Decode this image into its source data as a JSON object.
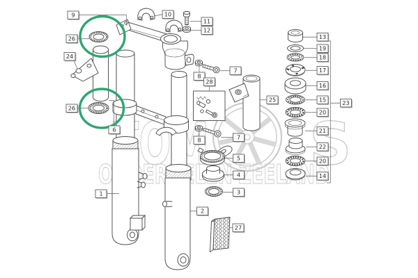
{
  "watermark": {
    "line1_prefix": "TOM",
    "line1_suffix": "S",
    "line2": "ONDERDELEN ZEELAND",
    "color": "#c9c9c9"
  },
  "highlight": {
    "color": "#2fa571",
    "circled_part_number": "26",
    "count": 2
  },
  "callouts": [
    {
      "text": "9"
    },
    {
      "text": "26"
    },
    {
      "text": "24"
    },
    {
      "text": "26"
    },
    {
      "text": "6"
    },
    {
      "text": "1"
    },
    {
      "text": "10"
    },
    {
      "text": "11"
    },
    {
      "text": "12"
    },
    {
      "text": "7"
    },
    {
      "text": "8"
    },
    {
      "text": "28"
    },
    {
      "text": "25"
    },
    {
      "text": "8"
    },
    {
      "text": "7"
    },
    {
      "text": "5"
    },
    {
      "text": "4"
    },
    {
      "text": "3"
    },
    {
      "text": "2"
    },
    {
      "text": "27"
    },
    {
      "text": "13"
    },
    {
      "text": "19"
    },
    {
      "text": "18"
    },
    {
      "text": "17"
    },
    {
      "text": "16"
    },
    {
      "text": "15"
    },
    {
      "text": "20"
    },
    {
      "text": "21"
    },
    {
      "text": "22"
    },
    {
      "text": "20"
    },
    {
      "text": "14"
    },
    {
      "text": "23"
    }
  ]
}
